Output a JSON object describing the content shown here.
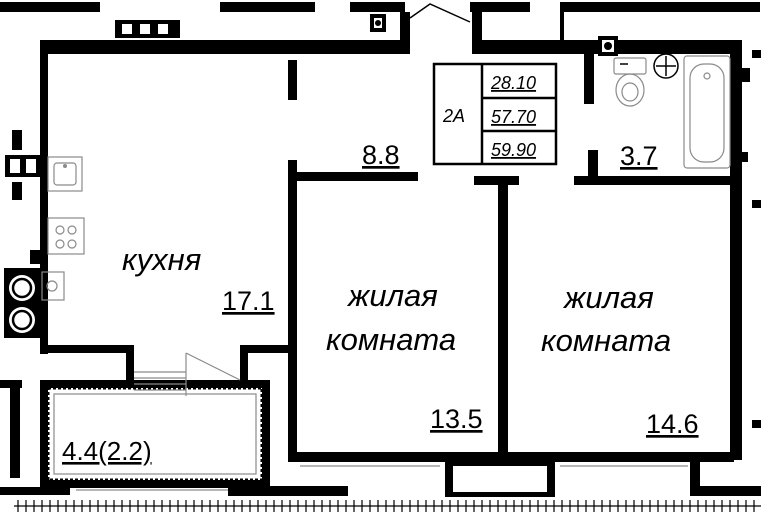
{
  "apartment": {
    "type_label": "2А",
    "area_living": "28.10",
    "area_total": "57.70",
    "area_with_balcony": "59.90"
  },
  "rooms": {
    "kitchen": {
      "name": "кухня",
      "area": "17.1"
    },
    "hall": {
      "area": "8.8"
    },
    "bathroom": {
      "area": "3.7"
    },
    "living_room_1": {
      "name_line1": "жилая",
      "name_line2": "комната",
      "area": "13.5"
    },
    "living_room_2": {
      "name_line1": "жилая",
      "name_line2": "комната",
      "area": "14.6"
    },
    "balcony": {
      "area": "4.4(2.2)"
    }
  },
  "icons": [
    "stove-icon",
    "sink-icon",
    "toilet-icon",
    "washbasin-icon",
    "bathtub-icon",
    "ventilation-icon",
    "riser-icon"
  ],
  "colors": {
    "wall": "#000000",
    "background": "#ffffff",
    "detail": "#8a8a8a"
  }
}
